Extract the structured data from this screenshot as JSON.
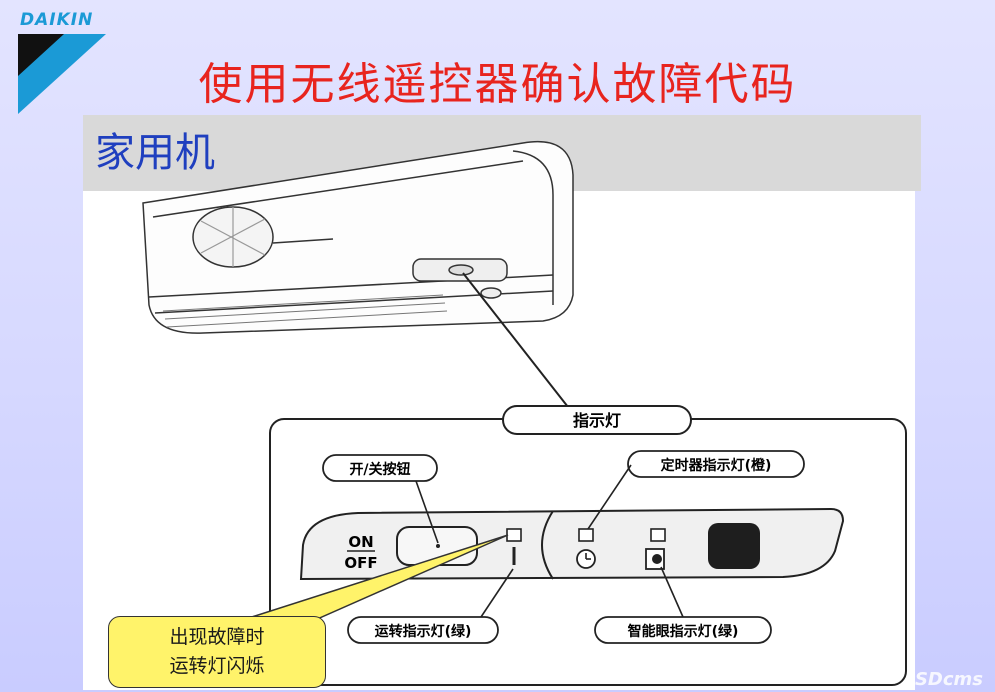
{
  "logo": {
    "text": "DAIKIN"
  },
  "slide": {
    "title": "使用无线遥控器确认故障代码",
    "subtitle": "家用机"
  },
  "diagram": {
    "panel_label": "指示灯",
    "on_off_button_label": "开/关按钮",
    "timer_lamp_label": "定时器指示灯(橙)",
    "operation_lamp_label": "运转指示灯(绿)",
    "smart_eye_lamp_label": "智能眼指示灯(绿)",
    "on_text": "ON",
    "off_text": "OFF"
  },
  "callout": {
    "line1": "出现故障时",
    "line2": "运转灯闪烁"
  },
  "watermark": {
    "text": "SDcms"
  },
  "colors": {
    "title": "#e8241e",
    "subtitle": "#1f3fbf",
    "callout_bg": "#fff36a",
    "logo": "#1b9ad6"
  }
}
